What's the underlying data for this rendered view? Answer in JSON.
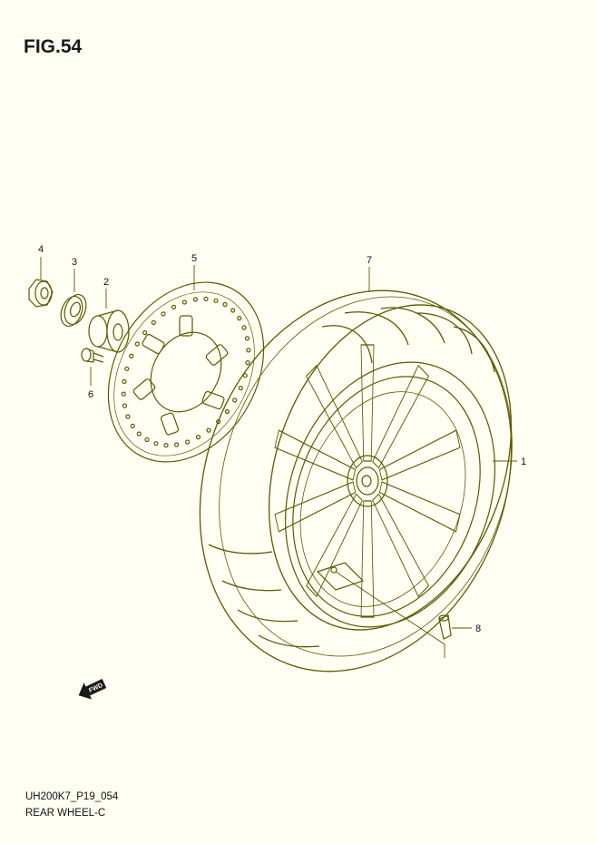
{
  "figure": {
    "title": "FIG.54",
    "code": "UH200K7_P19_054",
    "name": "REAR WHEEL-C"
  },
  "callouts": [
    "1",
    "2",
    "3",
    "4",
    "5",
    "6",
    "7",
    "8"
  ],
  "direction_marker": {
    "label": "FWD",
    "icon": "forward-arrow-icon"
  },
  "colors": {
    "background": "#fffef2",
    "line": "#5c5a00"
  }
}
